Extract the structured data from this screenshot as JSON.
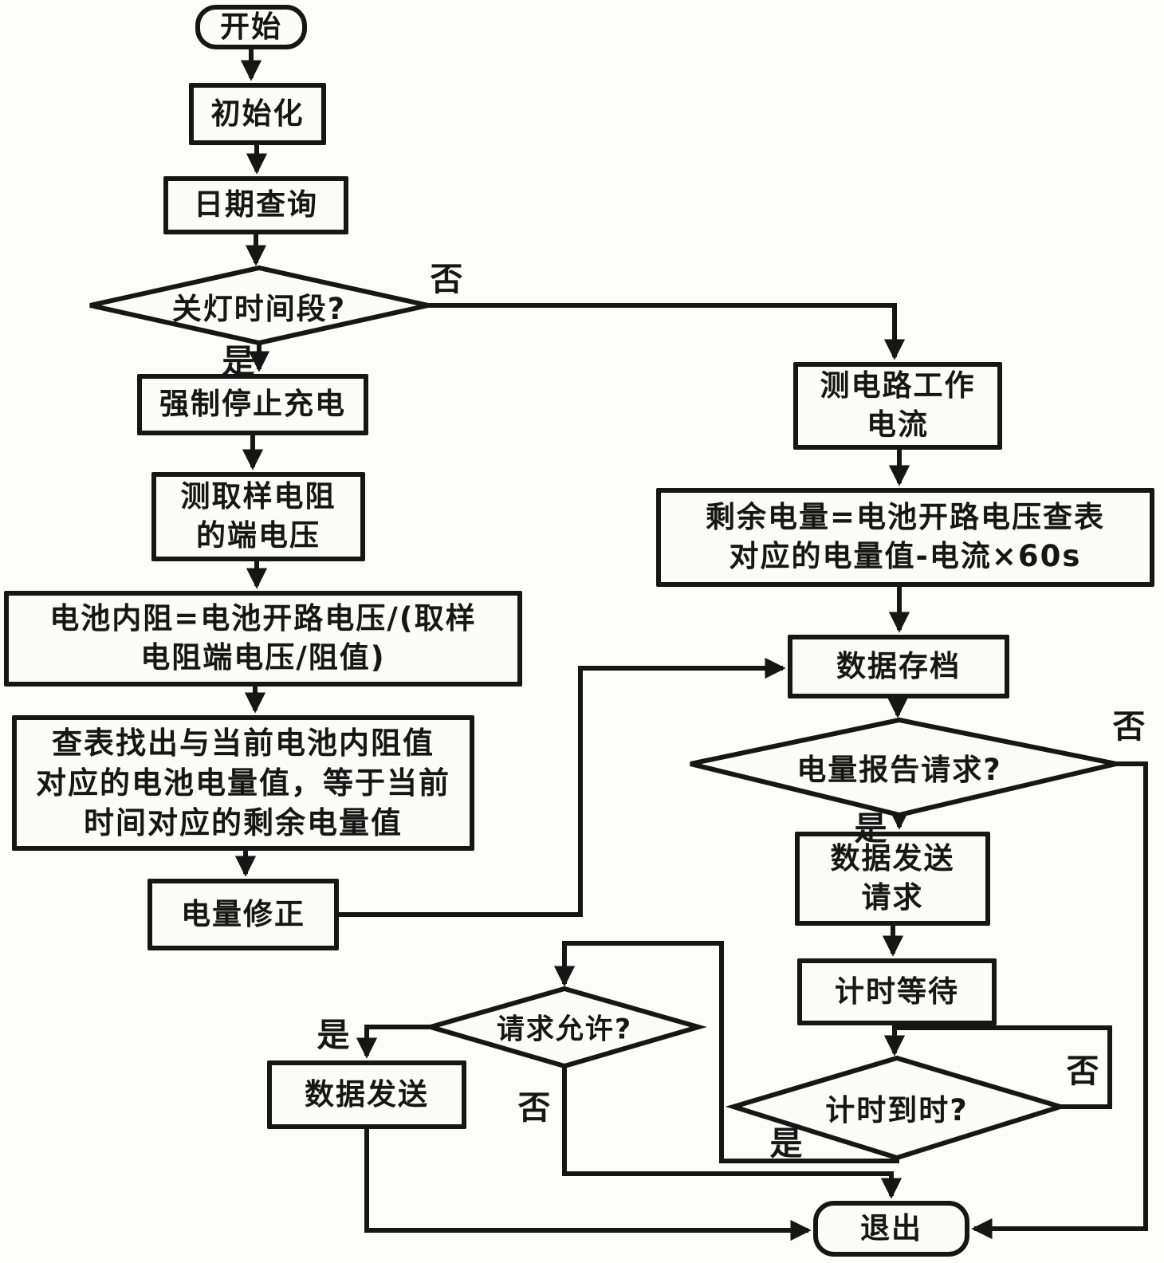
{
  "labels": {
    "yes": "是",
    "no": "否"
  },
  "nodes": {
    "start": "开始",
    "init": "初始化",
    "date_query": "日期查询",
    "lights_off": "关灯时间段?",
    "force_stop": "强制停止充电",
    "measure_sample": "测取样电阻\n的端电压",
    "internal_res": "电池内阻=电池开路电压/(取样\n电阻端电压/阻值)",
    "lookup": "查表找出与当前电池内阻值\n对应的电池电量值，等于当前\n时间对应的剩余电量值",
    "correction": "电量修正",
    "measure_current": "测电路工作\n电流",
    "remaining": "剩余电量=电池开路电压查表\n对应的电量值-电流×60s",
    "archive": "数据存档",
    "report_req": "电量报告请求?",
    "send_req": "数据发送\n请求",
    "timer_wait": "计时等待",
    "timer_up": "计时到时?",
    "req_allow": "请求允许?",
    "data_send": "数据发送",
    "exit": "退出"
  }
}
